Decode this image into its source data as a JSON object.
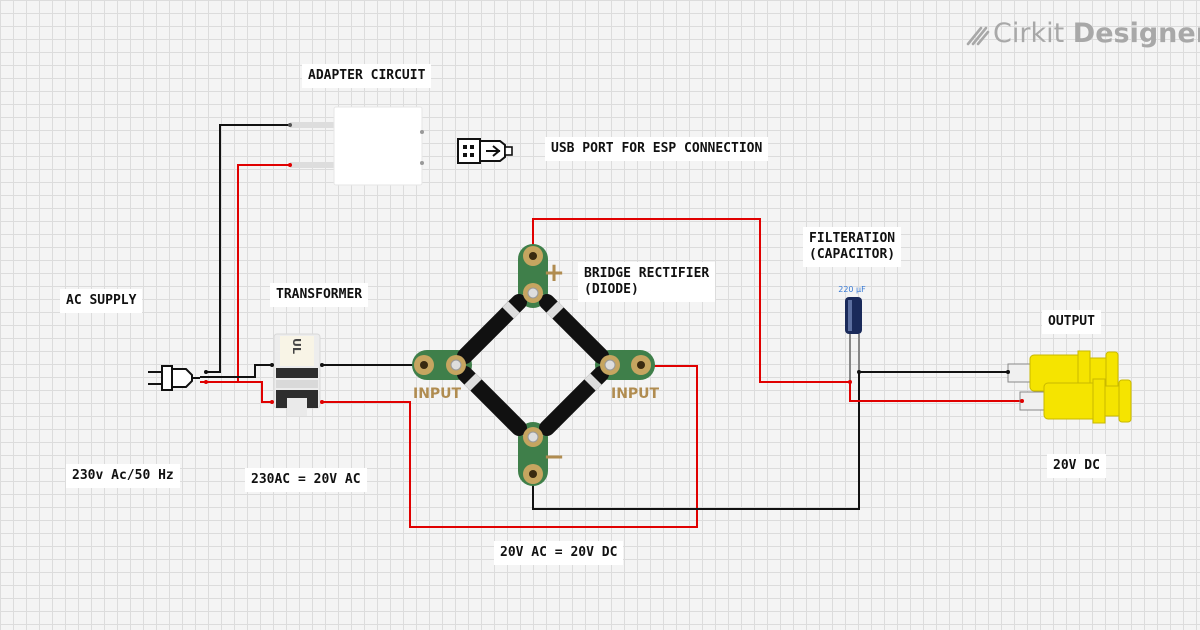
{
  "brand": {
    "name_part1": "Cirkit",
    "name_part2": "Designer"
  },
  "labels": {
    "adapter": "ADAPTER CIRCUIT",
    "usb": "USB PORT FOR ESP CONNECTION",
    "ac_supply": "AC SUPPLY",
    "transformer": "TRANSFORMER",
    "bridge_line1": "BRIDGE RECTIFIER",
    "bridge_line2": "(DIODE)",
    "filter_line1": "FILTERATION",
    "filter_line2": "(CAPACITOR)",
    "output": "OUTPUT",
    "ac_voltage": "230v Ac/50 Hz",
    "transformer_ratio": "230AC = 20V AC",
    "rectifier_out": "20V AC = 20V DC",
    "dc_out": "20V DC"
  },
  "components": {
    "bridge_input_left": "INPUT",
    "bridge_input_right": "INPUT",
    "plus": "+",
    "minus": "−",
    "capacitor_value": "220 µF",
    "transformer_mark": "UL"
  },
  "colors": {
    "wire_red": "#e00000",
    "wire_black": "#111111",
    "pcb_green": "#3f7f4a",
    "pad_gold": "#c6a560",
    "bridge_text": "#b08c50",
    "connector_yellow": "#f5e400",
    "capacitor_blue": "#1a2a5a"
  },
  "icons": [
    "cirkit-logo-icon",
    "ac-plug-icon",
    "usb-plug-icon"
  ]
}
